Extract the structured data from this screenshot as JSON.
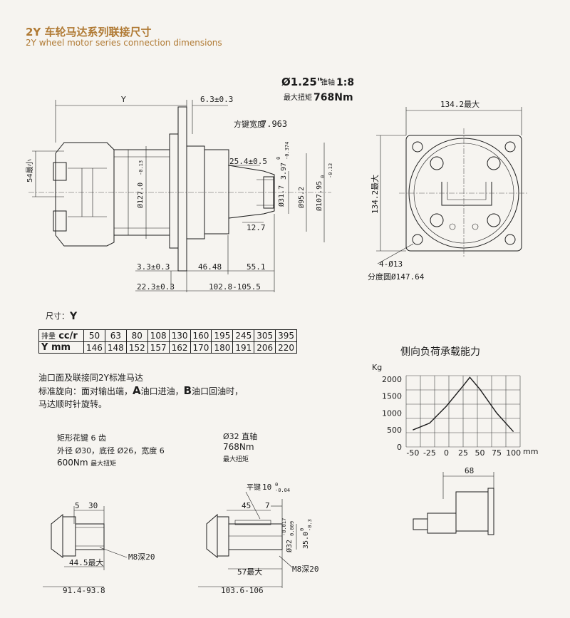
{
  "header": {
    "title_cn": "2Y 车轮马达系列联接尺寸",
    "title_en": "2Y wheel motor series connection dimensions"
  },
  "main_view": {
    "shaft_diameter": "Ø1.25\"",
    "taper_label": "锥轴",
    "taper_ratio": "1:8",
    "max_torque_label": "最大扭矩",
    "max_torque_value": "768Nm",
    "dim_y": "Y",
    "dim_6_3": "6.3±0.3",
    "key_width_label": "方键宽度",
    "key_width_value": "7.963",
    "dim_25_4": "25.4±0.5",
    "dim_3_97": "3.97",
    "dim_3_97_tol_up": "0",
    "dim_3_97_tol_dn": "-0.374",
    "dim_54": "54最小",
    "dim_127": "Ø127.0",
    "dim_127_tol": "-0.13",
    "dim_31_7": "Ø31.7",
    "dim_95_2": "Ø95.2",
    "dim_107_95": "Ø107.95",
    "dim_107_95_tol_up": "0",
    "dim_107_95_tol_dn": "-0.13",
    "dim_12_7": "12.7",
    "dim_3_3": "3.3±0.3",
    "dim_46_48": "46.48",
    "dim_55_1": "55.1",
    "dim_22_3": "22.3±0.3",
    "dim_102_8": "102.8-105.5"
  },
  "flange_view": {
    "dim_width": "134.2最大",
    "dim_height": "134.2最大",
    "dim_holes": "4-Ø13",
    "dim_pcd": "分度圆Ø147.64"
  },
  "size_table": {
    "title_label": "尺寸：",
    "title_value": "Y",
    "row1_label_cn": "排量",
    "row1_label_unit": "cc/r",
    "row2_label": "Y mm",
    "displacements": [
      "50",
      "63",
      "80",
      "108",
      "130",
      "160",
      "195",
      "245",
      "305",
      "395"
    ],
    "y_values": [
      "146",
      "148",
      "152",
      "157",
      "162",
      "170",
      "180",
      "191",
      "206",
      "220"
    ]
  },
  "notes": {
    "line1": "油口面及联接同2Y标准马达",
    "line2_a": "标准旋向：面对输出端，",
    "line2_A": "A",
    "line2_b": "油口进油，",
    "line2_B": "B",
    "line2_c": "油口回油时，",
    "line3": "马达顺时针旋转。"
  },
  "spline_option": {
    "line1": "矩形花键 6 齿",
    "line2": "外径 Ø30，底径 Ø26，宽度 6",
    "line3_value": "600Nm",
    "line3_label": "最大扭矩",
    "dim_5": "5",
    "dim_30": "30",
    "dim_m8": "M8深20",
    "dim_44_5": "44.5最大",
    "dim_91_4": "91.4-93.8"
  },
  "straight_option": {
    "line1": "Ø32 直轴",
    "line2": "768Nm",
    "line3": "最大扭矩",
    "key_label": "平键",
    "key_value": "10",
    "key_tol_up": "0",
    "key_tol_dn": "-0.04",
    "dim_45": "45",
    "dim_7": "7",
    "dim_32": "Ø32",
    "dim_32_tol_up": "-0.017",
    "dim_32_tol_dn": "0.009",
    "dim_35": "35.0",
    "dim_35_tol_up": "0",
    "dim_35_tol_dn": "-0.3",
    "dim_m8": "M8深20",
    "dim_57": "57最大",
    "dim_103_6": "103.6-106"
  },
  "side_view": {
    "dim_68": "68"
  },
  "chart_data": {
    "type": "line",
    "title": "侧向负荷承载能力",
    "ylabel": "Kg",
    "xlabel": "mm",
    "x": [
      -50,
      -25,
      0,
      25,
      35,
      50,
      75,
      100
    ],
    "y": [
      500,
      700,
      1200,
      1800,
      2050,
      1700,
      1000,
      450
    ],
    "x_ticks": [
      "-50",
      "-25",
      "0",
      "25",
      "50",
      "75",
      "100"
    ],
    "y_ticks": [
      "0",
      "500",
      "1000",
      "1500",
      "2000"
    ],
    "xlim": [
      -60,
      110
    ],
    "ylim": [
      0,
      2100
    ],
    "grid": true
  }
}
